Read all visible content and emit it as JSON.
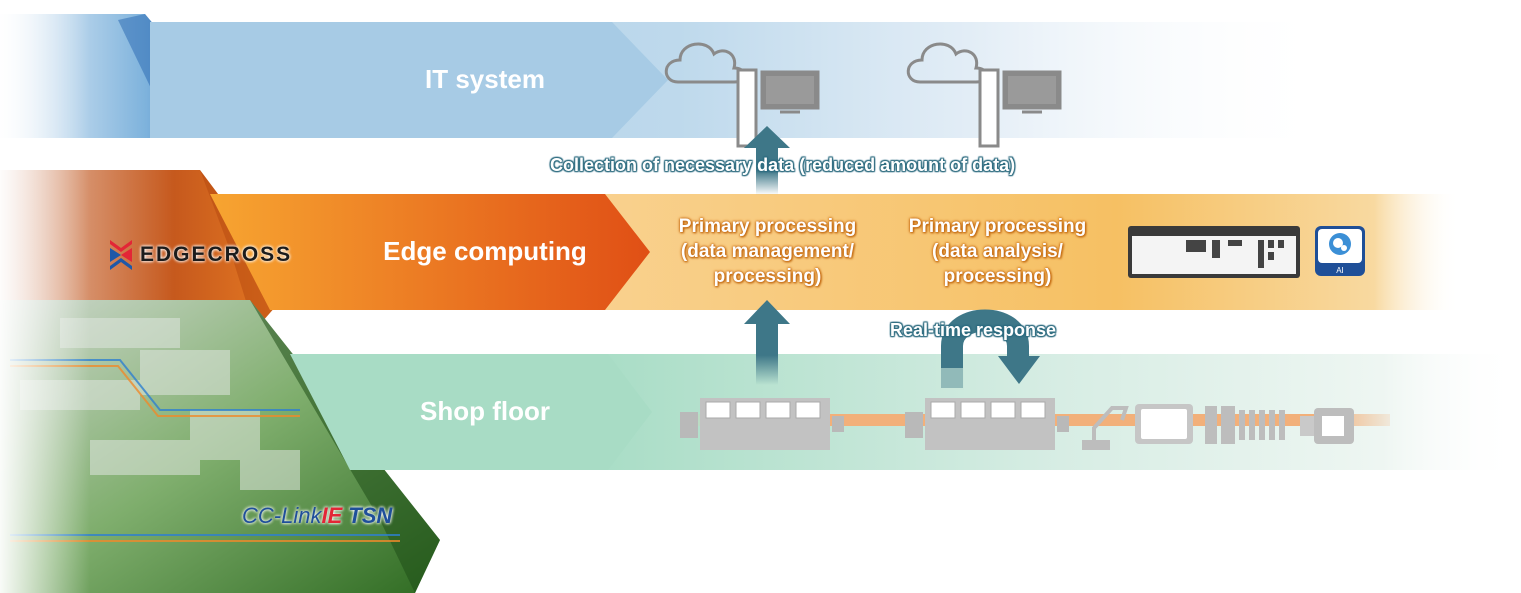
{
  "layers": {
    "it": {
      "label": "IT system"
    },
    "edge": {
      "label": "Edge computing"
    },
    "shop": {
      "label": "Shop floor"
    }
  },
  "annotations": {
    "collection": "Collection of necessary data (reduced amount of data)",
    "realtime": "Real-time response"
  },
  "processing": {
    "primary1": [
      "Primary processing",
      "(data management/",
      "processing)"
    ],
    "primary2": [
      "Primary processing",
      "(data analysis/",
      "processing)"
    ]
  },
  "brands": {
    "edgecross": "EDGECROSS",
    "cclink_a": "CC-Link",
    "cclink_b": "IE",
    "cclink_c": "TSN"
  },
  "badges": {
    "ai": "AI"
  },
  "colors": {
    "it_band": "#a9cde6",
    "edge_band_start": "#f28a1e",
    "edge_band_end": "#e0531a",
    "edge_fade": "#f6c36a",
    "shop_band": "#a8dcc5",
    "arrow": "#3e7788",
    "cable": "#f2b07a"
  },
  "icons": [
    "cloud-computer-icon",
    "cloud-computer-icon",
    "plc-controller-icon",
    "ai-badge-icon",
    "plc-module-icon",
    "robot-arm-icon",
    "hmi-panel-icon",
    "io-terminal-icon",
    "ethernet-connector-icon",
    "up-arrow-icon",
    "curved-arrow-icon"
  ]
}
